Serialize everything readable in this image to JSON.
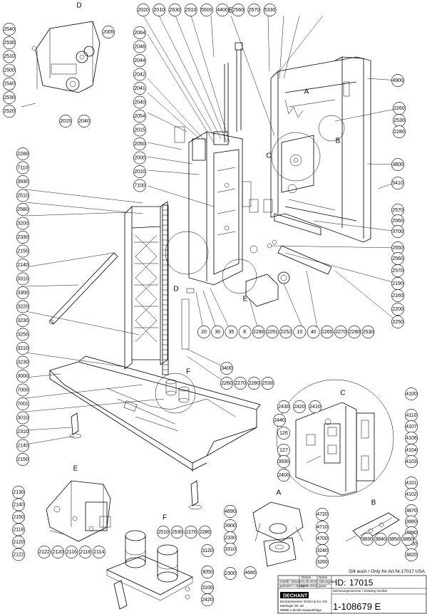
{
  "detail_letters": {
    "D_top": "D",
    "E_top": "E",
    "A_main": "A",
    "B_main": "B",
    "C_main": "C",
    "D_main": "D",
    "E_main": "E",
    "F_main": "F",
    "C_detail": "C",
    "E_detail": "E",
    "A_detail": "A",
    "B_detail": "B",
    "F_detail": "F"
  },
  "callouts": {
    "top_row": [
      "2020",
      "2010",
      "2530",
      "2510",
      "5500",
      "4400",
      "2560",
      "2570",
      "5330"
    ],
    "detail_D_left": [
      "2540",
      "2530",
      "2510",
      "2500",
      "2540",
      "2530",
      "2520"
    ],
    "detail_D_right": [
      "2005"
    ],
    "detail_D_bottom": [
      "2015",
      "2040"
    ],
    "left_column": [
      "2280",
      "7110",
      "3930",
      "2510",
      "2580",
      "3200",
      "2330",
      "2150",
      "2140",
      "3310",
      "3300",
      "3220",
      "3230",
      "3250",
      "3210",
      "3230",
      "3000",
      "7000",
      "7001",
      "3010",
      "2310",
      "2140",
      "2150"
    ],
    "center_column": [
      "2064",
      "2046",
      "2044",
      "2042",
      "2041",
      "2040",
      "2054",
      "2015",
      "2050",
      "2000",
      "2010",
      "7100"
    ],
    "right_column": [
      "4900",
      "2260",
      "2530",
      "2280",
      "3800",
      "5410",
      "2570",
      "2560",
      "3700",
      "2550",
      "2560",
      "2570",
      "2190",
      "2160",
      "2200",
      "2250"
    ],
    "bottom_mid_row": [
      "20",
      "30",
      "35",
      "E",
      "2290",
      "2291",
      "2252",
      "10",
      "40",
      "2265",
      "2270",
      "2280",
      "2530"
    ],
    "mid_misc": [
      "3400"
    ],
    "f_row": [
      "2260",
      "2270",
      "2280",
      "2530"
    ],
    "detail_C": [
      "2430",
      "2420",
      "2410",
      "2440",
      "126",
      "127",
      "3930",
      "2400"
    ],
    "detail_C_right": [
      "4100",
      "4110",
      "4107",
      "4106",
      "4104",
      "4103",
      "4101",
      "4102"
    ],
    "detail_E": [
      "2130",
      "2140",
      "2150",
      "2118",
      "2120",
      "2122"
    ],
    "detail_E_bottom": [
      "2122",
      "2120",
      "2116",
      "2118",
      "2114"
    ],
    "detail_A_left": [
      "4690",
      "3900",
      "2330",
      "3310",
      "2300"
    ],
    "detail_A_right": [
      "4720",
      "4710",
      "4700",
      "3240",
      "3260"
    ],
    "detail_A_bottom": [
      "4680"
    ],
    "detail_B": [
      "3870",
      "3880",
      "3890",
      "3900",
      "3820"
    ],
    "detail_B_bottom": [
      "3830",
      "3840",
      "3850",
      "3860"
    ],
    "detail_F_top": [
      "2510",
      "2530",
      "2270",
      "2280"
    ],
    "detail_F_right": [
      "3120",
      "3050",
      "3100",
      "2420"
    ]
  },
  "title_block": {
    "valid_note": "Gilt auch / Only for Art.Nr.17017 USA",
    "rows": [
      {
        "label": "erstellt / drawn",
        "date": "04.05.2016",
        "name": "CBGsigsder"
      },
      {
        "label": "geändert / changed",
        "date": "02.06.2016",
        "name": "ppaw"
      }
    ],
    "col_headers": [
      "Datum",
      "Name"
    ],
    "id_label": "ID:",
    "id_value": "17015",
    "drawing_label": "Zeichnungsnummer / Drawing number",
    "drawing_number": "1-108679 E",
    "company_logo": "DECHANT",
    "company_name": "Dechantmeister GmbH & Co. KG",
    "company_street": "Marlinger Str. 60",
    "company_city": "99999 Lohn/sb-Süwackhalge"
  }
}
